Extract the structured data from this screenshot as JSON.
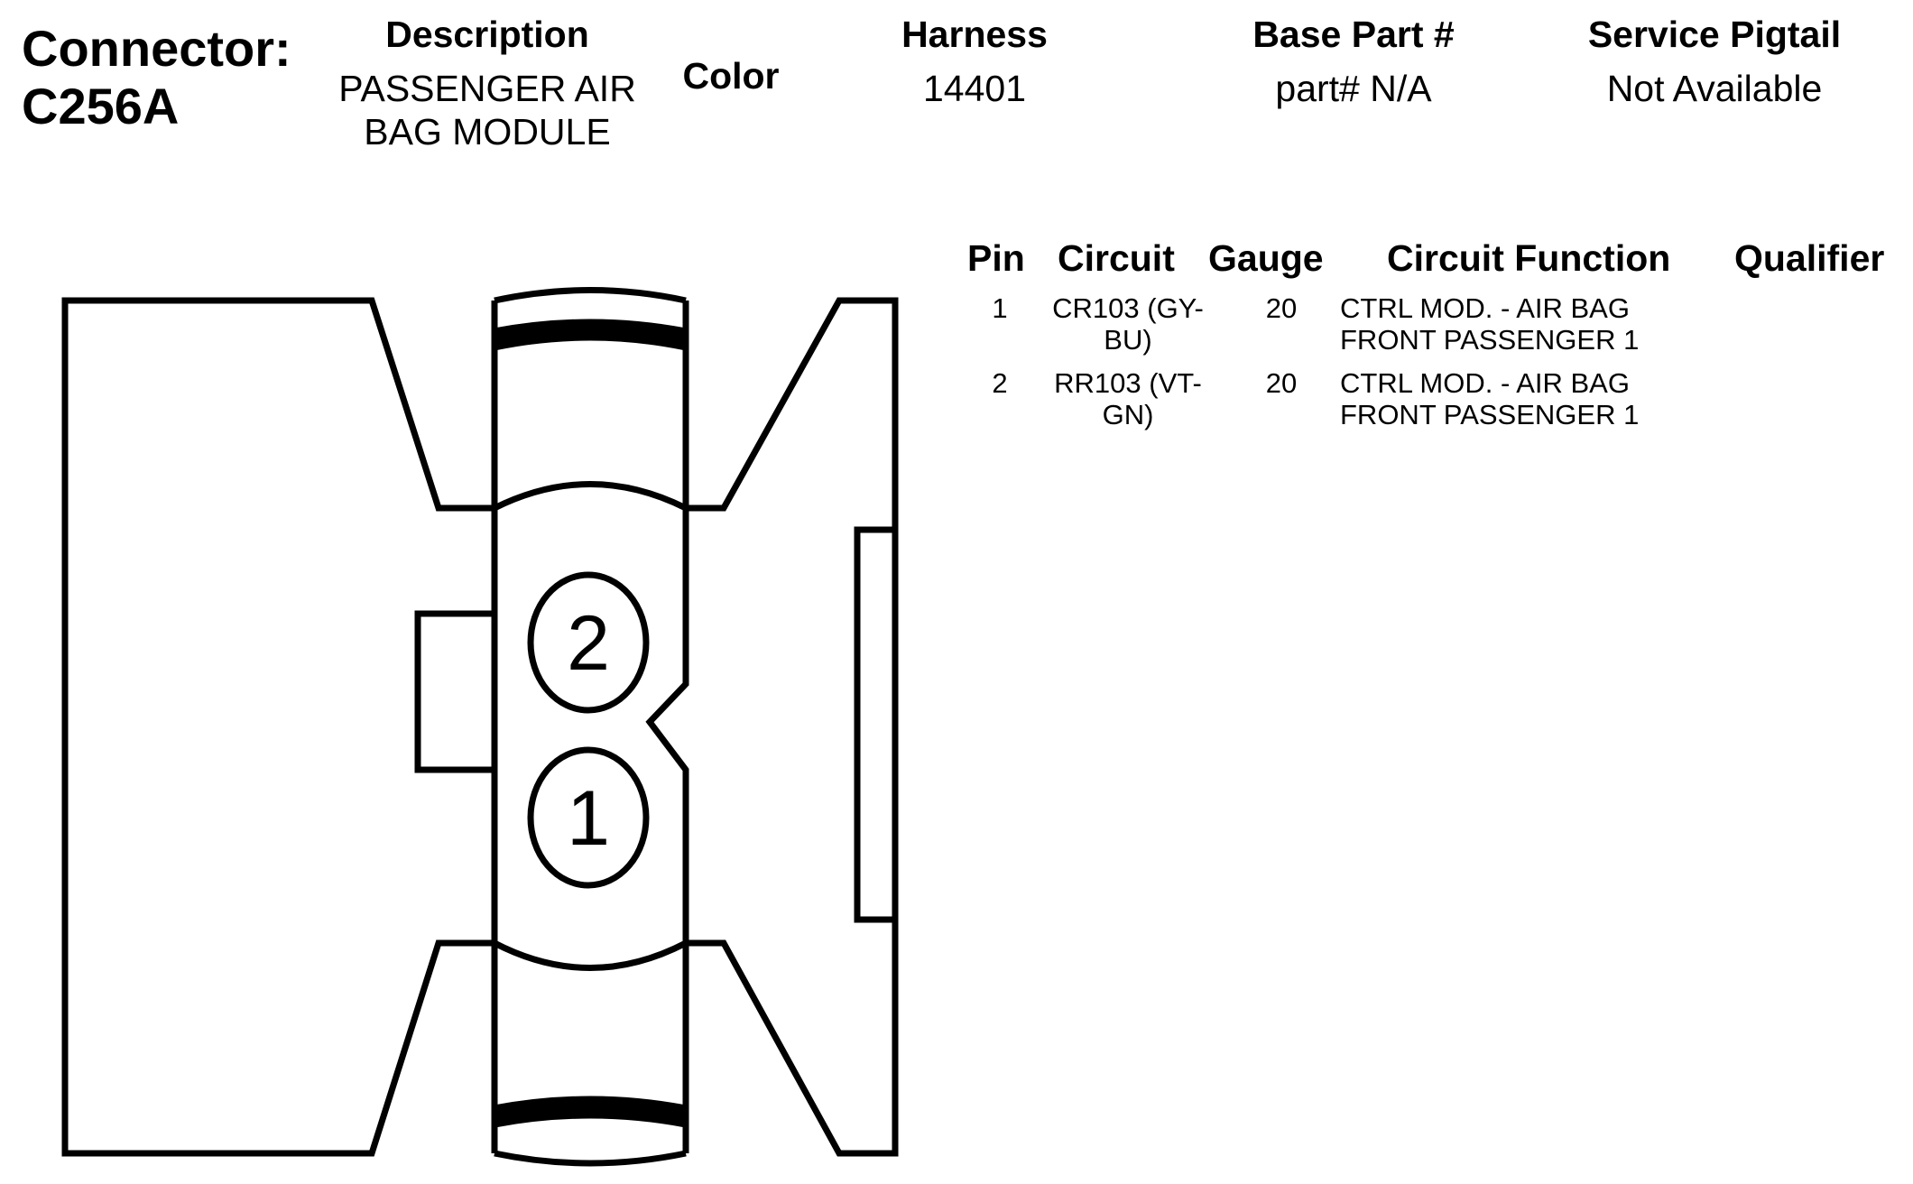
{
  "connector": {
    "title_line1": "Connector:",
    "title_line2": "C256A"
  },
  "header": {
    "description_label": "Description",
    "description_line1": "PASSENGER AIR",
    "description_line2": "BAG MODULE",
    "color_label": "Color",
    "harness_label": "Harness",
    "harness_value": "14401",
    "base_part_label": "Base Part #",
    "base_part_value": "part# N/A",
    "pigtail_label": "Service Pigtail",
    "pigtail_value": "Not Available"
  },
  "table": {
    "headers": {
      "pin": "Pin",
      "circuit": "Circuit",
      "gauge": "Gauge",
      "function": "Circuit Function",
      "qualifier": "Qualifier"
    },
    "rows": [
      {
        "pin": "1",
        "circuit_line1": "CR103 (GY-",
        "circuit_line2": "BU)",
        "gauge": "20",
        "function_line1": "CTRL MOD. - AIR BAG",
        "function_line2": "FRONT PASSENGER 1",
        "qualifier": ""
      },
      {
        "pin": "2",
        "circuit_line1": "RR103 (VT-",
        "circuit_line2": "GN)",
        "gauge": "20",
        "function_line1": "CTRL MOD. - AIR BAG",
        "function_line2": "FRONT PASSENGER 1",
        "qualifier": ""
      }
    ]
  },
  "diagram": {
    "pin_label_top": "2",
    "pin_label_bottom": "1"
  }
}
